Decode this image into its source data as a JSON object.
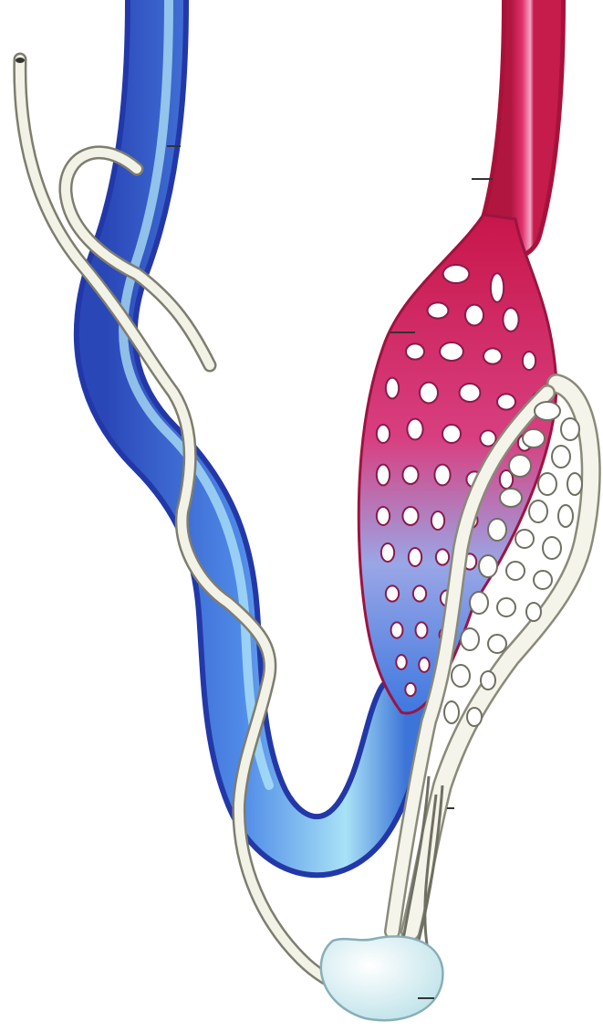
{
  "diagram": {
    "structures": [
      {
        "name": "vein",
        "color": "#3d74d8"
      },
      {
        "name": "artery",
        "color": "#d21e54"
      },
      {
        "name": "capillary-bed",
        "color": "#ffffff"
      },
      {
        "name": "lymphatic-vessel",
        "color": "#f3f2e6"
      },
      {
        "name": "lymph-node",
        "color": "#e2f0f2"
      }
    ],
    "leader_lines": 5,
    "colors": {
      "vein_dark": "#2a47b8",
      "vein_light": "#a8e2f6",
      "artery_dark": "#b0163f",
      "artery_light": "#f0a6c4",
      "lymph_outline": "#8a8a7a"
    }
  }
}
